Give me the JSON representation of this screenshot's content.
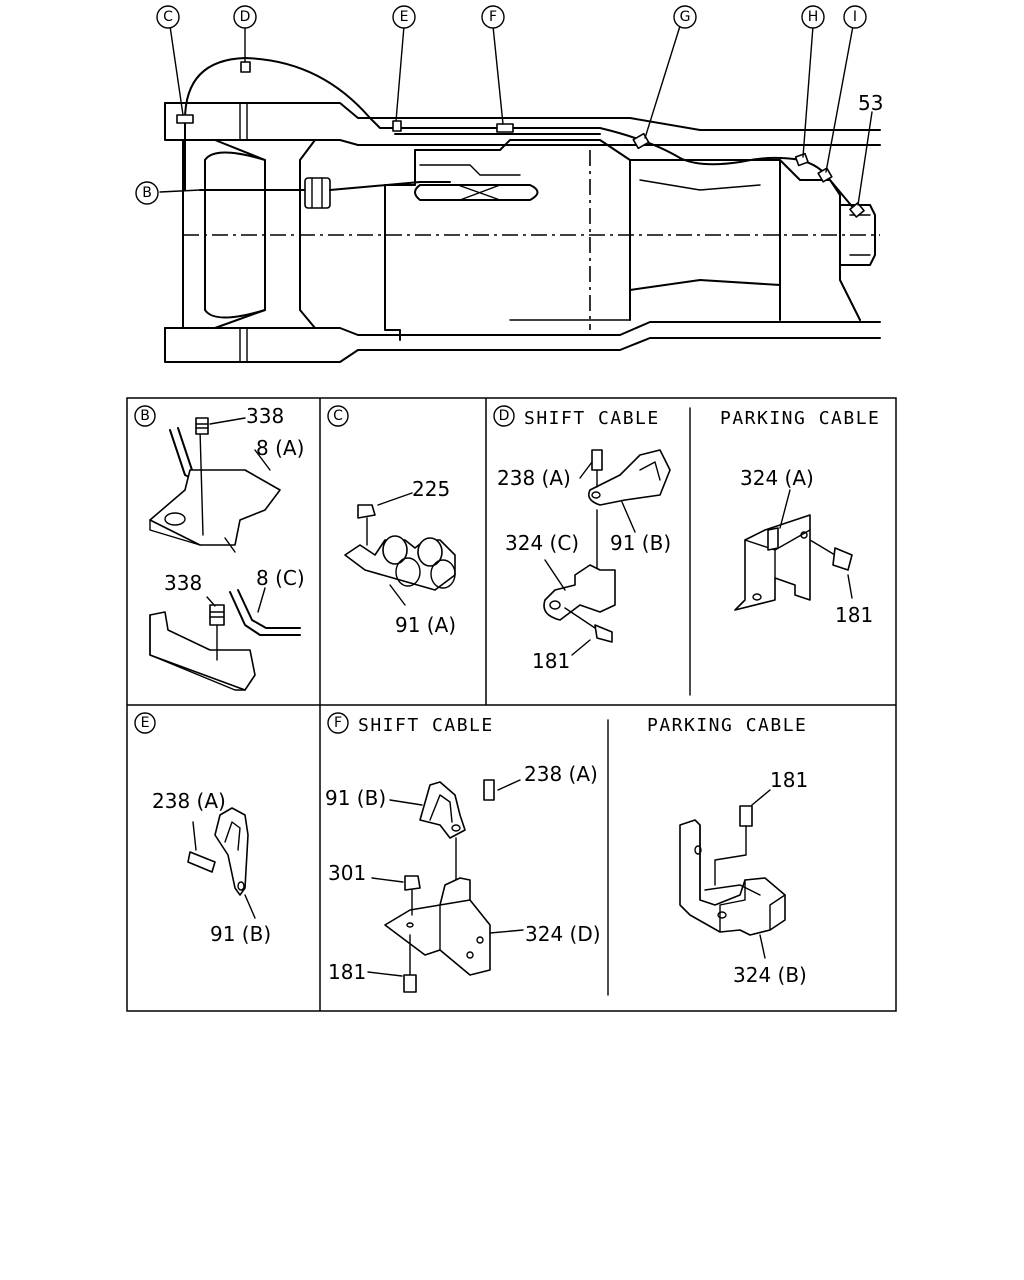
{
  "callouts": {
    "top": [
      "C",
      "D",
      "E",
      "F",
      "G",
      "H",
      "I"
    ],
    "left": "B",
    "part_53": "53"
  },
  "panels": {
    "B": {
      "letter": "B",
      "labels": [
        "338",
        "8 (A)",
        "338",
        "8 (C)"
      ]
    },
    "C": {
      "letter": "C",
      "labels": [
        "225",
        "91 (A)"
      ]
    },
    "D": {
      "letter": "D",
      "title": "SHIFT CABLE",
      "labels": [
        "238 (A)",
        "91 (B)",
        "324 (C)",
        "181"
      ]
    },
    "D_parking": {
      "title": "PARKING CABLE",
      "labels": [
        "324 (A)",
        "181"
      ]
    },
    "E": {
      "letter": "E",
      "labels": [
        "238 (A)",
        "91 (B)"
      ]
    },
    "F": {
      "letter": "F",
      "title": "SHIFT CABLE",
      "labels": [
        "91 (B)",
        "238 (A)",
        "301",
        "324 (D)",
        "181"
      ]
    },
    "F_parking": {
      "title": "PARKING CABLE",
      "labels": [
        "181",
        "324 (B)"
      ]
    }
  }
}
